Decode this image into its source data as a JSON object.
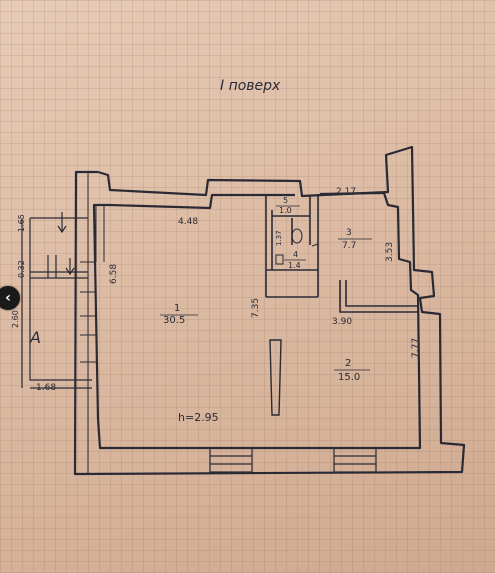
{
  "plan": {
    "title": "I поверх",
    "ceiling": "h=2.95",
    "entrance": "А",
    "rooms": [
      {
        "number": "1",
        "area": "30.5"
      },
      {
        "number": "2",
        "area": "15.0"
      },
      {
        "number": "3",
        "area": "7.7"
      },
      {
        "number": "4",
        "area": "1.4"
      },
      {
        "number": "5",
        "area": "1.0"
      }
    ],
    "dimensions": {
      "top_left": "4.48",
      "top_right": "2.17",
      "left_wall": "6.58",
      "partition": "7.35",
      "room2_width": "3.90",
      "right_wall": "7.77",
      "room3_side": "3.53",
      "wc_side": "1.37",
      "entry_top": "1.65",
      "entry_gap": "0.32",
      "entry_side": "2.60",
      "entry_bottom": "1.68"
    }
  }
}
